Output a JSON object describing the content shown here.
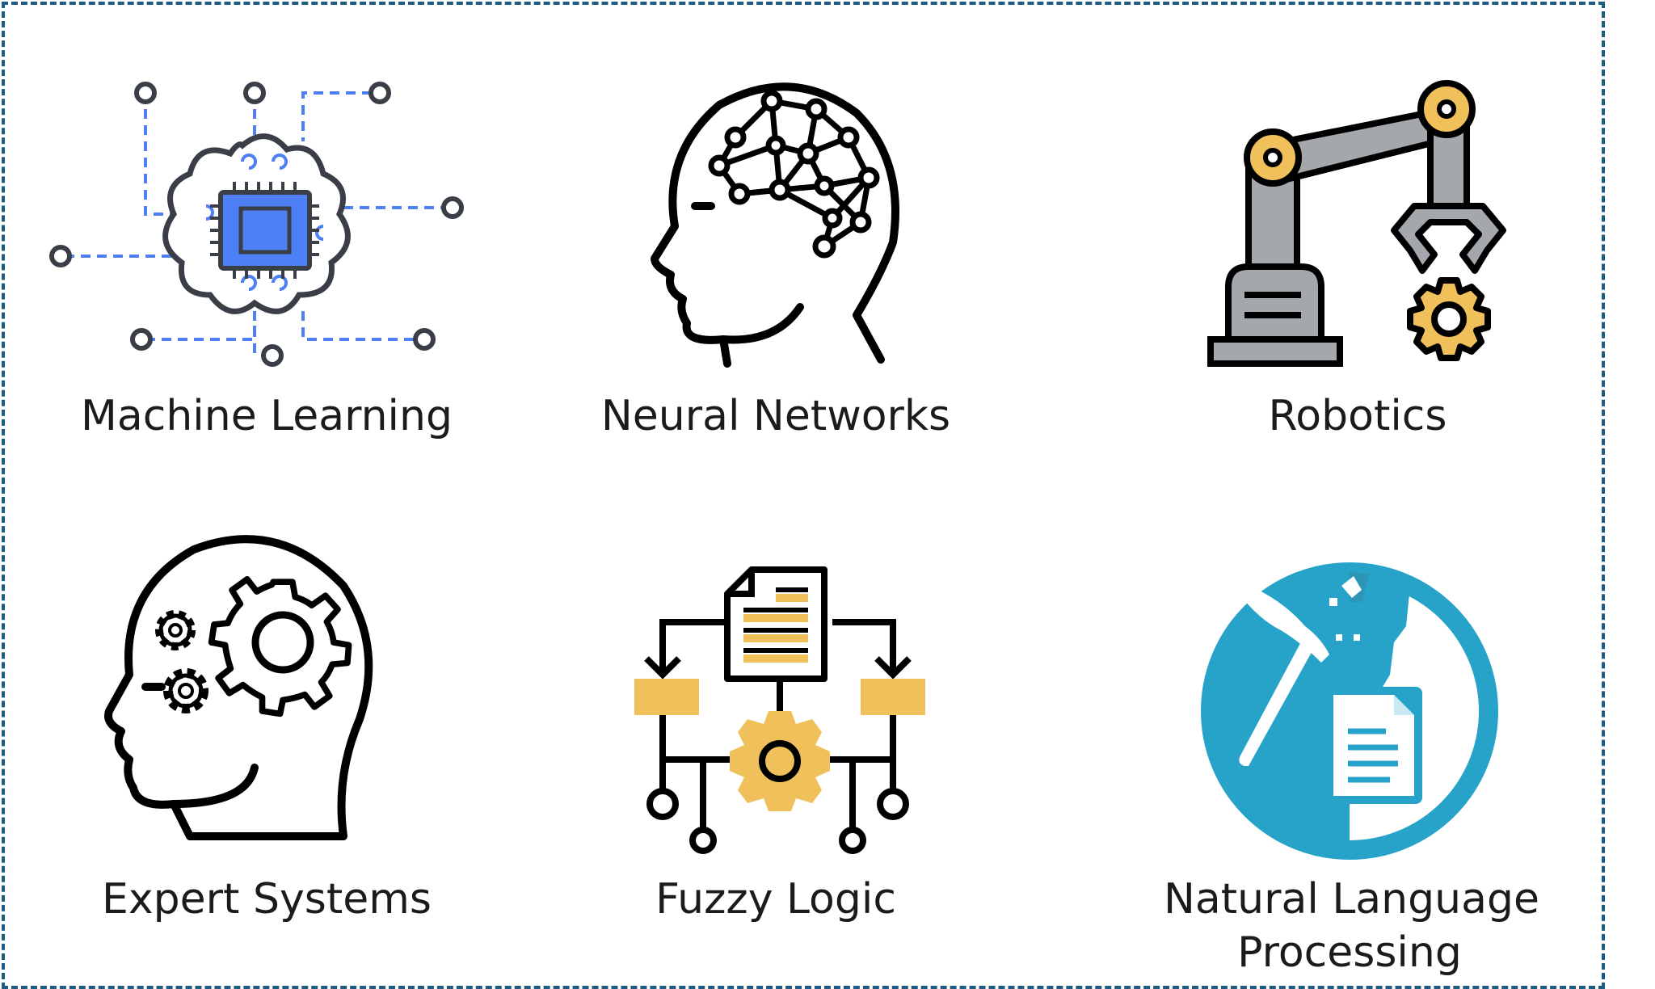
{
  "items": [
    {
      "label": "Machine Learning",
      "icon": "chip-brain-icon"
    },
    {
      "label": "Neural Networks",
      "icon": "neural-head-icon"
    },
    {
      "label": "Robotics",
      "icon": "robotic-arm-icon"
    },
    {
      "label": "Expert Systems",
      "icon": "gear-head-icon"
    },
    {
      "label": "Fuzzy Logic",
      "icon": "flowchart-gear-icon"
    },
    {
      "label_line1": "Natural Language",
      "label_line2": "Processing",
      "icon": "pickaxe-document-icon"
    }
  ],
  "colors": {
    "frame": "#1e5b82",
    "chip_blue": "#4f7ff5",
    "accent_yellow": "#f0c05a",
    "robot_grey": "#a4a8ad",
    "nlp_blue": "#27a3c9"
  }
}
